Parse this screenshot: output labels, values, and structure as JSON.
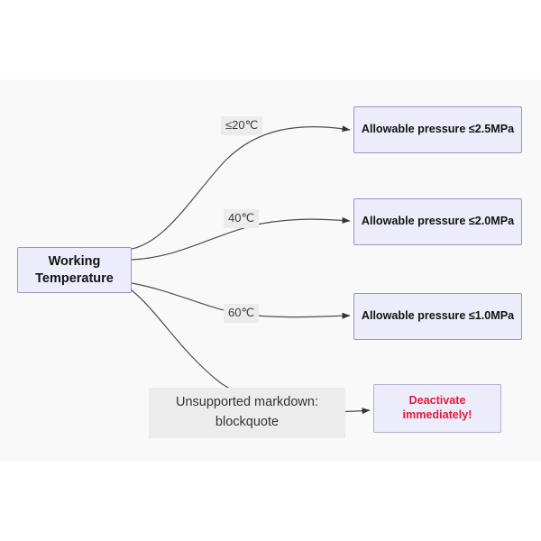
{
  "diagram": {
    "type": "flowchart",
    "direction": "left-to-right",
    "canvas_background": "#f9f9f9",
    "page_background": "#ffffff",
    "node_fill": "#ececfb",
    "node_border": "#9a93c9",
    "edge_color": "#4d4d4d",
    "label_background": "#ececec",
    "alert_text_color": "#e01b3c",
    "root": {
      "id": "working-temperature",
      "label_line1": "Working",
      "label_line2": "Temperature"
    },
    "branches": [
      {
        "id": "t20",
        "edge_label": "≤20℃",
        "target_id": "pressure-2-5",
        "target_label": "Allowable pressure ≤2.5MPa"
      },
      {
        "id": "t40",
        "edge_label": "40℃",
        "target_id": "pressure-2-0",
        "target_label": "Allowable pressure ≤2.0MPa"
      },
      {
        "id": "t60",
        "edge_label": "60℃",
        "target_id": "pressure-1-0",
        "target_label": "Allowable pressure ≤1.0MPa"
      },
      {
        "id": "unsupported",
        "edge_label_line1": "Unsupported markdown:",
        "edge_label_line2": "blockquote",
        "target_id": "deactivate",
        "target_label_line1": "Deactivate",
        "target_label_line2": "immediately!"
      }
    ]
  }
}
